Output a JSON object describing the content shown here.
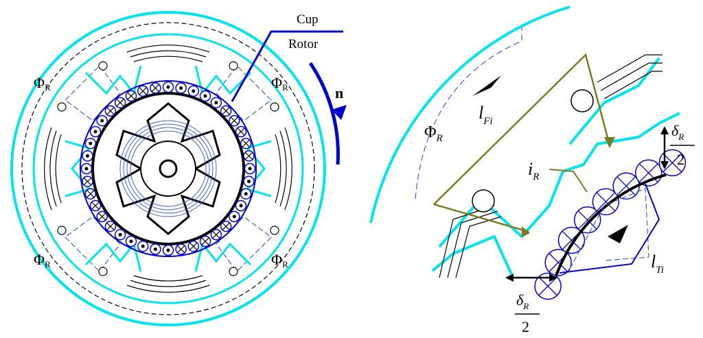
{
  "left_panel": {
    "cup_rotor_line1": "Cup",
    "cup_rotor_line2": "Rotor",
    "speed_label": "n",
    "flux_label_main": "Φ",
    "flux_label_sub": "R"
  },
  "right_panel": {
    "flux_label_main": "Φ",
    "flux_label_sub": "R",
    "l_fi_main": "l",
    "l_fi_sub": "Fi",
    "i_r_main": "i",
    "i_r_sub": "R",
    "l_ti_main": "l",
    "l_ti_sub": "Ti",
    "gap_right_num_main": "δ",
    "gap_right_num_sub": "R",
    "gap_right_den": "2",
    "gap_bottom_num_main": "δ",
    "gap_bottom_num_sub": "R",
    "gap_bottom_den": "2"
  },
  "colors": {
    "cyan": "#00e5ee",
    "blue": "#0000cc",
    "olive": "#7a7a1e",
    "dash_blue": "#3b5fd0",
    "black": "#000000"
  }
}
